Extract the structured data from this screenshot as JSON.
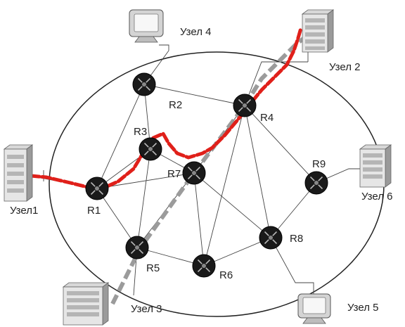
{
  "routers": {
    "r1": "R1",
    "r2": "R2",
    "r3": "R3",
    "r4": "R4",
    "r5": "R5",
    "r6": "R6",
    "r7": "R7",
    "r8": "R8",
    "r9": "R9"
  },
  "nodes": {
    "node1": "Узел1",
    "node2": "Узел 2",
    "node3": "Узел 3",
    "node4": "Узел 4",
    "node5": "Узел 5",
    "node6": "Узел 6"
  },
  "colors": {
    "route_red": "#e0201a",
    "route_gray": "#9b9b9b",
    "router_fill": "#1a1a1a",
    "line": "#333333"
  },
  "icons": {
    "router": "router-icon",
    "server": "server-icon",
    "monitor": "monitor-icon"
  }
}
